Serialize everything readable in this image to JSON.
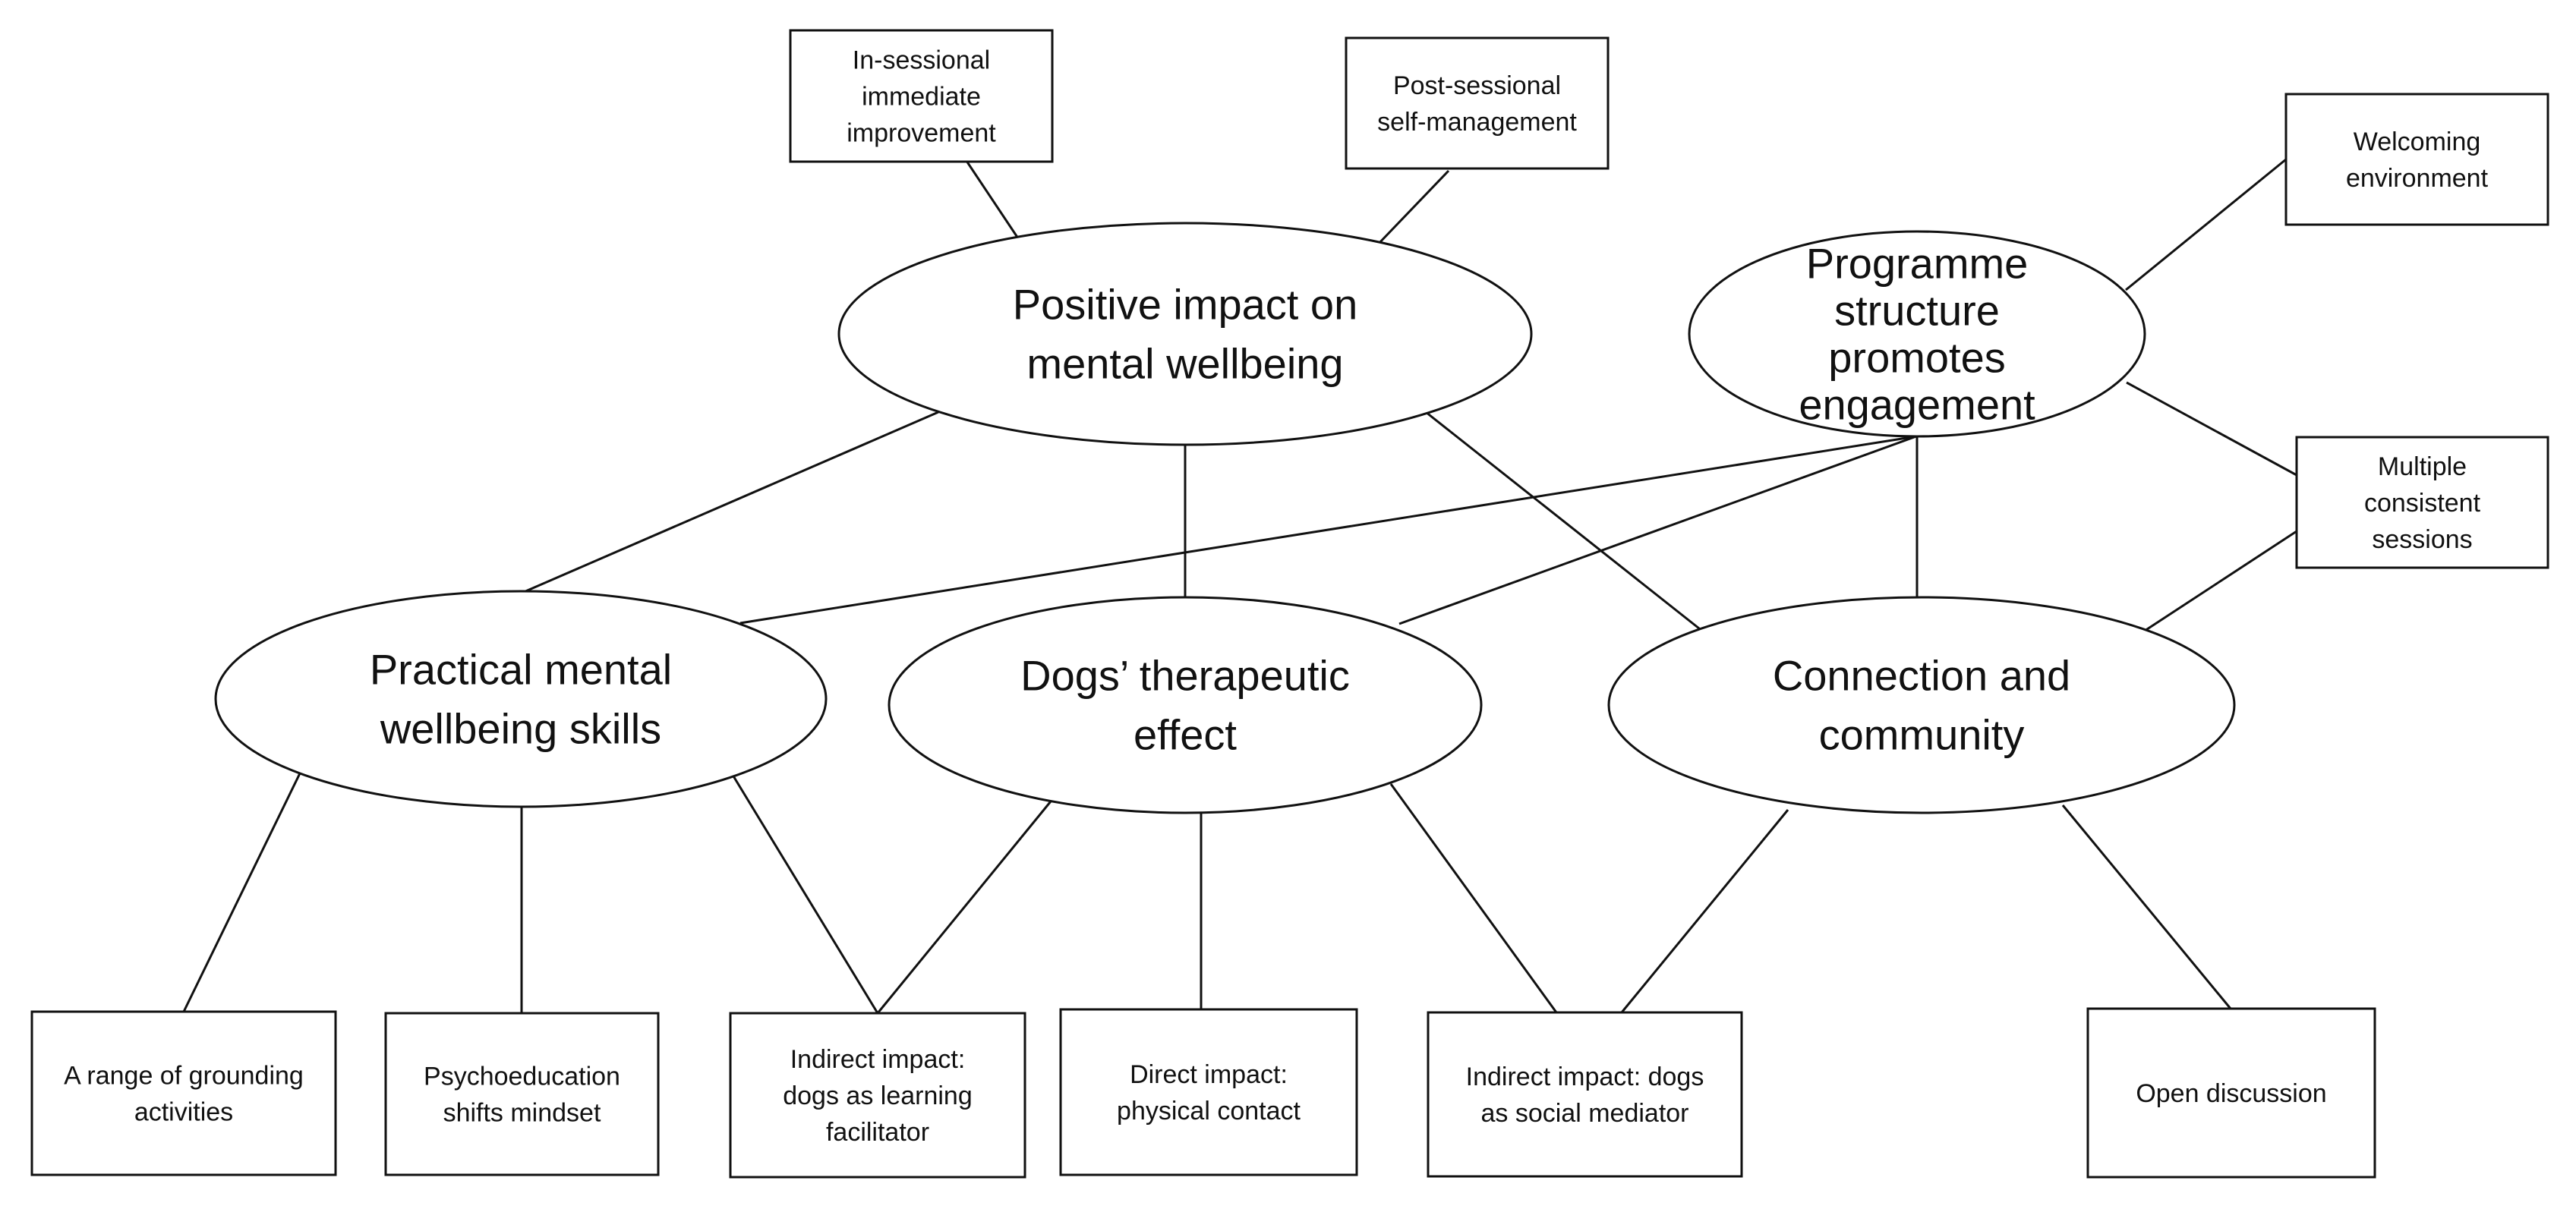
{
  "themes": [
    {
      "id": "positive",
      "lines": [
        "Positive impact on",
        "mental wellbeing"
      ]
    },
    {
      "id": "programme",
      "lines": [
        "Programme",
        "structure",
        "promotes",
        "engagement"
      ]
    },
    {
      "id": "practical",
      "lines": [
        "Practical mental",
        "wellbeing skills"
      ]
    },
    {
      "id": "dogs",
      "lines": [
        "Dogs’ therapeutic",
        "effect"
      ]
    },
    {
      "id": "connection",
      "lines": [
        "Connection and",
        "community"
      ]
    }
  ],
  "subthemes": [
    {
      "id": "in-sessional",
      "lines": [
        "In-sessional",
        "immediate",
        "improvement"
      ]
    },
    {
      "id": "post-sessional",
      "lines": [
        "Post-sessional",
        "self-management"
      ]
    },
    {
      "id": "welcoming",
      "lines": [
        "Welcoming",
        "environment"
      ]
    },
    {
      "id": "multiple",
      "lines": [
        "Multiple",
        "consistent",
        "sessions"
      ]
    },
    {
      "id": "grounding",
      "lines": [
        "A range of grounding",
        "activities"
      ]
    },
    {
      "id": "psychoeducation",
      "lines": [
        "Psychoeducation",
        "shifts mindset"
      ]
    },
    {
      "id": "learning",
      "lines": [
        "Indirect impact:",
        "dogs as learning",
        "facilitator"
      ]
    },
    {
      "id": "direct",
      "lines": [
        "Direct impact:",
        "physical contact"
      ]
    },
    {
      "id": "social",
      "lines": [
        "Indirect impact: dogs",
        "as social mediator"
      ]
    },
    {
      "id": "open",
      "lines": [
        "Open discussion"
      ]
    }
  ],
  "colors": {
    "stroke": "#111111",
    "fill": "#ffffff"
  }
}
